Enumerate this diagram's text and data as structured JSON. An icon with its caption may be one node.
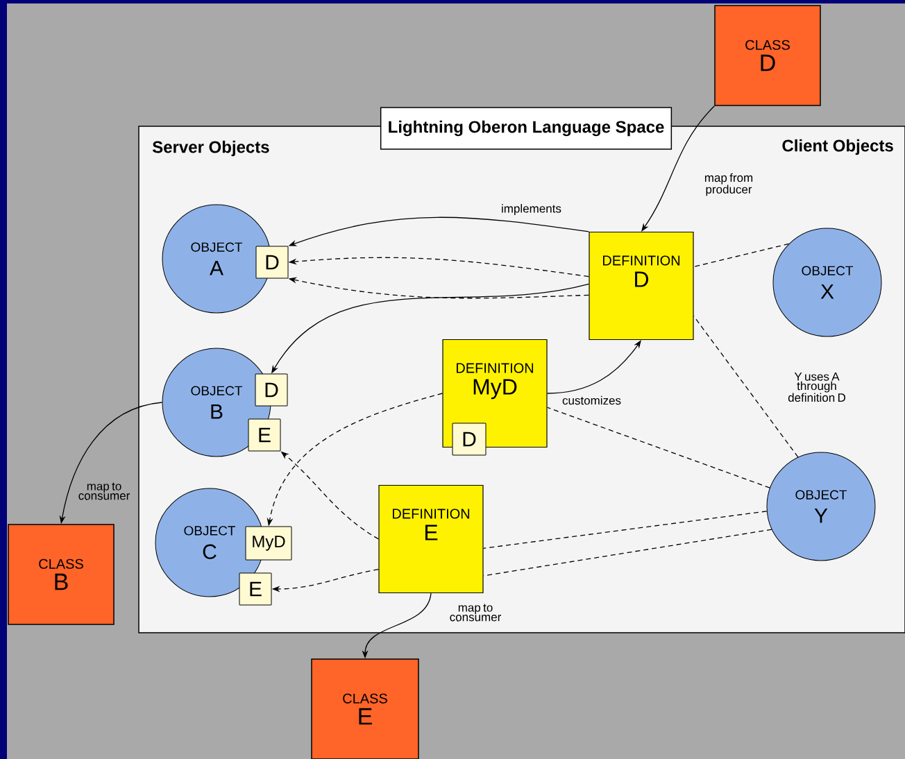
{
  "diagram": {
    "nodes": [
      {
        "text": [
          "Lightning Oberon Language Space",
          "Server Objects",
          "Client Objects"
        ]
      },
      {
        "text": [
          "OBJECT",
          "A"
        ],
        "in": 0
      },
      {
        "text": [
          "D"
        ],
        "in": 0
      },
      {
        "text": [
          "DEFINITION",
          "D"
        ],
        "in": 0
      },
      {
        "text": [
          "OBJECT",
          "X"
        ],
        "in": 0
      },
      {
        "text": [
          "OBJECT",
          "B"
        ],
        "in": 0
      },
      {
        "text": [
          "D"
        ],
        "in": 0
      },
      {
        "text": [
          "E"
        ],
        "in": 0
      },
      {
        "text": [
          "DEFINITION",
          "MyD"
        ],
        "in": 0
      },
      {
        "text": [
          "D"
        ],
        "in": 0
      },
      {
        "text": [
          "OBJECT",
          "C"
        ],
        "in": 0
      },
      {
        "text": [
          "MyD"
        ],
        "in": 0
      },
      {
        "text": [
          "E"
        ],
        "in": 0
      },
      {
        "text": [
          "DEFINITION",
          "E"
        ],
        "in": 0
      },
      {
        "text": [
          "OBJECT",
          "Y"
        ],
        "in": 0
      },
      {
        "text": [
          "CLASS",
          "D"
        ]
      },
      {
        "text": [
          "CLASS",
          "B"
        ]
      },
      {
        "text": [
          "CLASS",
          "E"
        ]
      }
    ],
    "edges": [
      {
        "from": 15,
        "to": 3,
        "arrow": "to",
        "label": "map from producer"
      },
      {
        "from": 3,
        "to": 2,
        "arrow": "to",
        "label": "implements"
      },
      {
        "from": 3,
        "to": 2,
        "arrow": "to",
        "style": "dashed"
      },
      {
        "from": 3,
        "to": 2,
        "arrow": "to",
        "style": "dashed"
      },
      {
        "from": 3,
        "to": 6,
        "arrow": "to"
      },
      {
        "from": 4,
        "to": 3,
        "arrow": "none",
        "style": "dashed"
      },
      {
        "from": 14,
        "to": 3,
        "arrow": "none",
        "style": "dashed",
        "label": "Y uses A through definition D"
      },
      {
        "from": 8,
        "to": 3,
        "arrow": "to",
        "label": "customizes"
      },
      {
        "from": 14,
        "to": 8,
        "arrow": "none",
        "style": "dashed"
      },
      {
        "from": 8,
        "to": 11,
        "arrow": "to",
        "style": "dashed"
      },
      {
        "from": 13,
        "to": 7,
        "arrow": "to",
        "style": "dashed"
      },
      {
        "from": 14,
        "to": 13,
        "arrow": "none",
        "style": "dashed"
      },
      {
        "from": 14,
        "to": 13,
        "arrow": "none",
        "style": "dashed"
      },
      {
        "from": 13,
        "to": 12,
        "arrow": "to",
        "style": "dashed"
      },
      {
        "from": 5,
        "to": 16,
        "arrow": "to",
        "label": "map to consumer"
      },
      {
        "from": 13,
        "to": 17,
        "arrow": "to",
        "label": "map to consumer"
      }
    ]
  }
}
